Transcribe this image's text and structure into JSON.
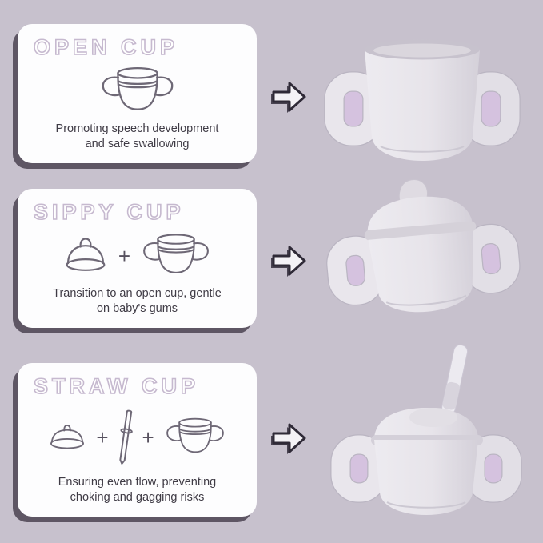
{
  "page": {
    "background_color": "#c7c1cd",
    "card_color": "#fdfdfe",
    "card_shadow_color": "#5e5664",
    "title_outline_color": "#c6b9cf",
    "accent_lavender": "#d5c2df",
    "cup_gray": "#e7e4ea"
  },
  "plus_label": "+",
  "cards": [
    {
      "title": "OPEN CUP",
      "description": "Promoting speech development\nand safe swallowing",
      "icons": [
        "open-cup-line-icon"
      ]
    },
    {
      "title": "SIPPY CUP",
      "description": "Transition to an open cup, gentle\non baby's gums",
      "icons": [
        "sippy-lid-line-icon",
        "plus",
        "open-cup-line-icon"
      ]
    },
    {
      "title": "STRAW CUP",
      "description": "Ensuring even flow, preventing\nchoking and gagging risks",
      "icons": [
        "straw-lid-line-icon",
        "plus",
        "straw-line-icon",
        "plus",
        "open-cup-line-icon"
      ]
    }
  ],
  "visuals": {
    "arrow_icon": "right-double-arrow",
    "products": [
      "open-cup-render",
      "sippy-cup-render",
      "straw-cup-render"
    ]
  }
}
